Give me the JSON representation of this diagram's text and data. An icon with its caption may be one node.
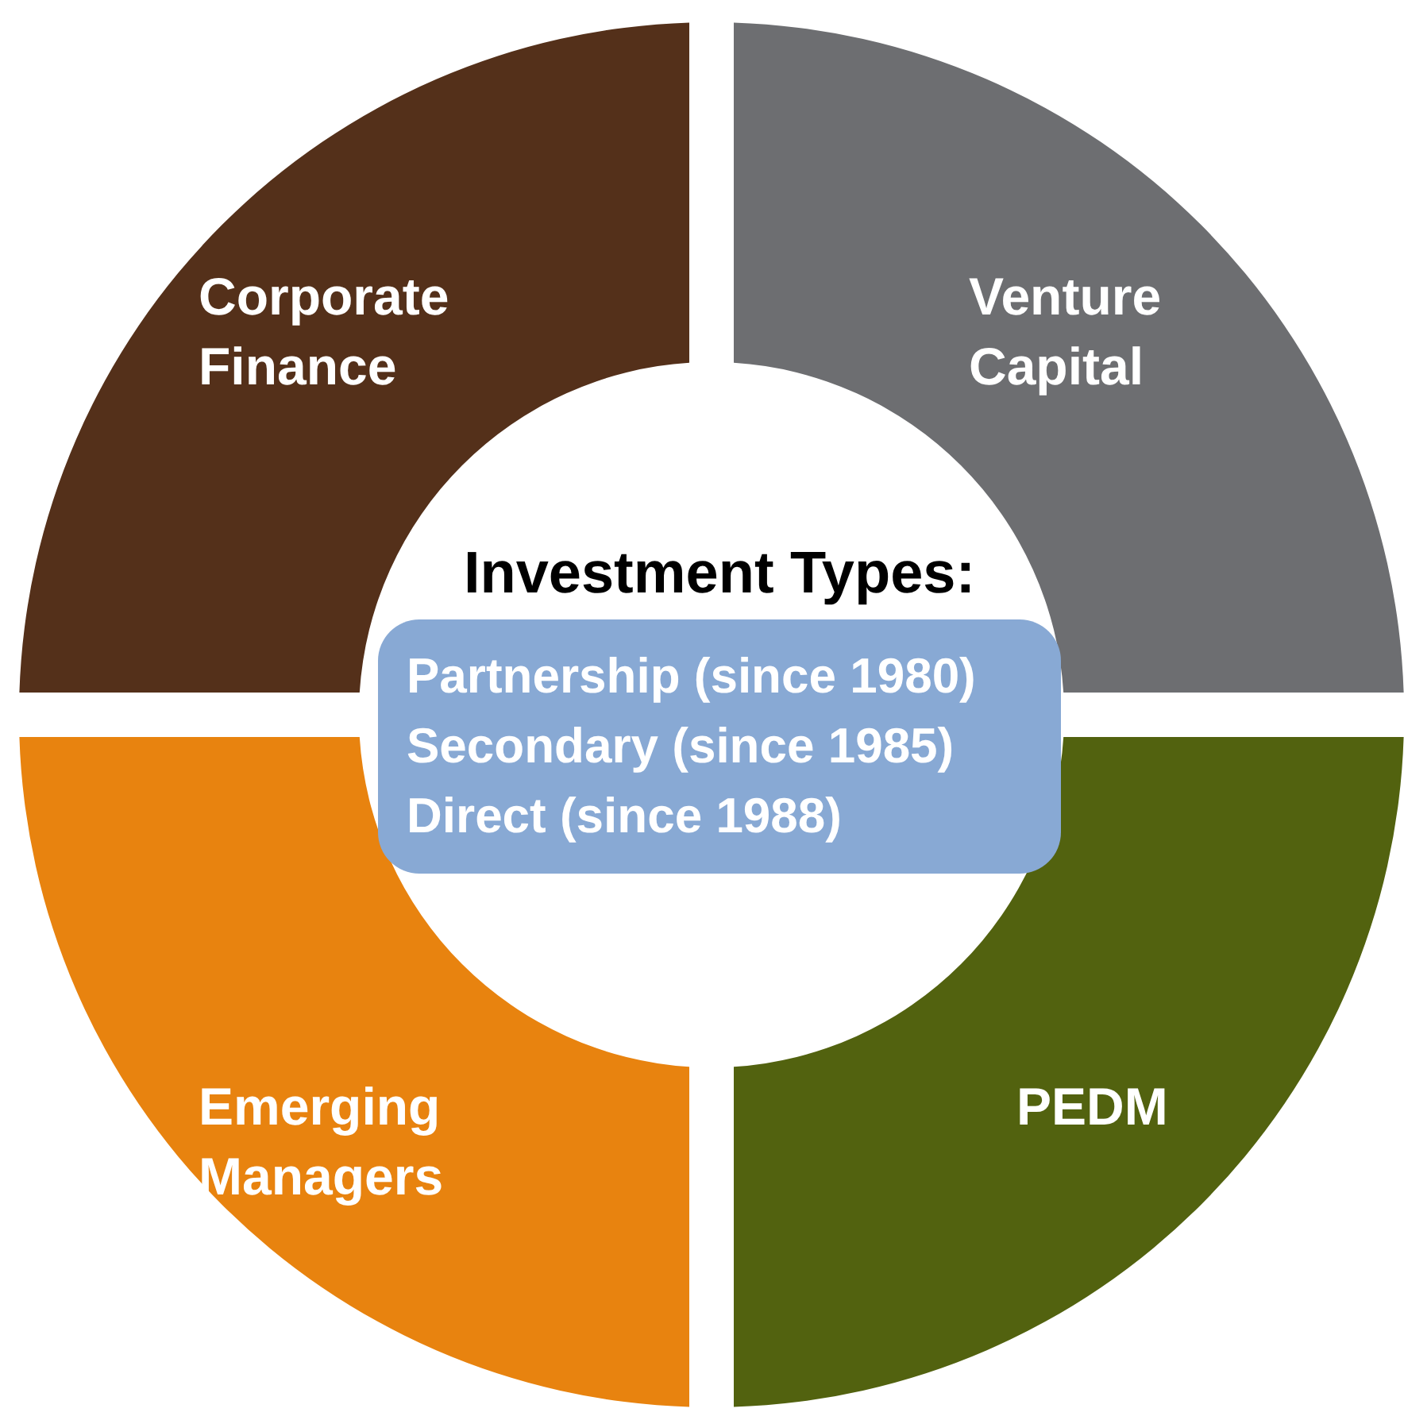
{
  "diagram": {
    "nodes": [
      {
        "text": [
          "Corporate Finance"
        ]
      },
      {
        "text": [
          "Venture Capital"
        ]
      },
      {
        "text": [
          "Emerging Managers"
        ]
      },
      {
        "text": [
          "PEDM"
        ]
      },
      {
        "text": [
          "Investment Types:",
          "Partnership (since 1980)",
          "Secondary (since 1985)",
          "Direct (since 1988)"
        ]
      }
    ]
  }
}
